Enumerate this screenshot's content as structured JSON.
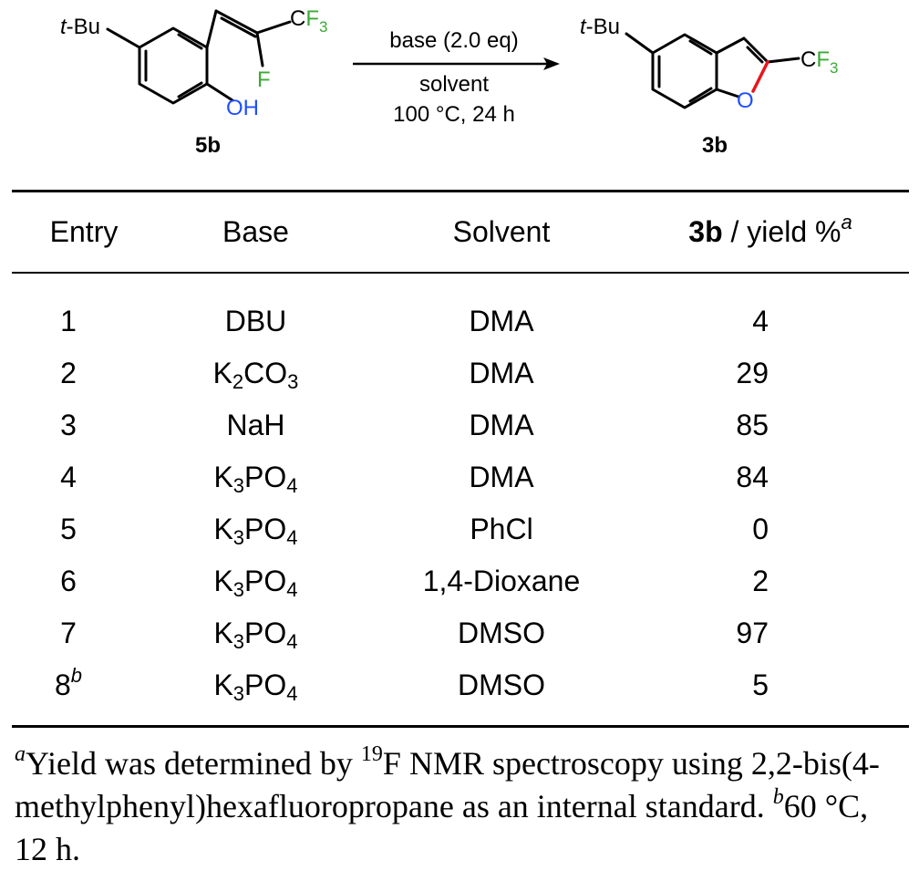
{
  "scheme": {
    "reactant": {
      "substituent": "t-Bu",
      "cf3_label": "CF3",
      "f_label": "F",
      "oh_label": "OH",
      "compound_id": "5b"
    },
    "conditions": {
      "line1": "base (2.0 eq)",
      "line2": "solvent",
      "line3": "100 °C, 24 h"
    },
    "product": {
      "substituent": "t-Bu",
      "cf3_label": "CF3",
      "o_label": "O",
      "compound_id": "3b"
    },
    "colors": {
      "fluorine": "#3aaa35",
      "oxygen": "#1f4fff",
      "new_bond": "#e8151b"
    }
  },
  "table": {
    "headers": {
      "entry": "Entry",
      "base": "Base",
      "solvent": "Solvent",
      "yield_bold": "3b",
      "yield_rest": " / yield %",
      "yield_note": "a"
    },
    "rows": [
      {
        "entry": "1",
        "entry_note": "",
        "base": "DBU",
        "solvent": "DMA",
        "yield": "4"
      },
      {
        "entry": "2",
        "entry_note": "",
        "base": "K2CO3",
        "solvent": "DMA",
        "yield": "29"
      },
      {
        "entry": "3",
        "entry_note": "",
        "base": "NaH",
        "solvent": "DMA",
        "yield": "85"
      },
      {
        "entry": "4",
        "entry_note": "",
        "base": "K3PO4",
        "solvent": "DMA",
        "yield": "84"
      },
      {
        "entry": "5",
        "entry_note": "",
        "base": "K3PO4",
        "solvent": "PhCl",
        "yield": "0"
      },
      {
        "entry": "6",
        "entry_note": "",
        "base": "K3PO4",
        "solvent": "1,4-Dioxane",
        "yield": "2"
      },
      {
        "entry": "7",
        "entry_note": "",
        "base": "K3PO4",
        "solvent": "DMSO",
        "yield": "97"
      },
      {
        "entry": "8",
        "entry_note": "b",
        "base": "K3PO4",
        "solvent": "DMSO",
        "yield": "5"
      }
    ]
  },
  "footnotes": {
    "a_mark": "a",
    "a_text_1": "Yield was determined by ",
    "a_iso": "19",
    "a_text_2": "F NMR spectroscopy using 2,2-bis(4-methylphenyl)hexafluoropropane as an internal standard. ",
    "b_mark": "b",
    "b_text": "60 °C, 12 h."
  }
}
